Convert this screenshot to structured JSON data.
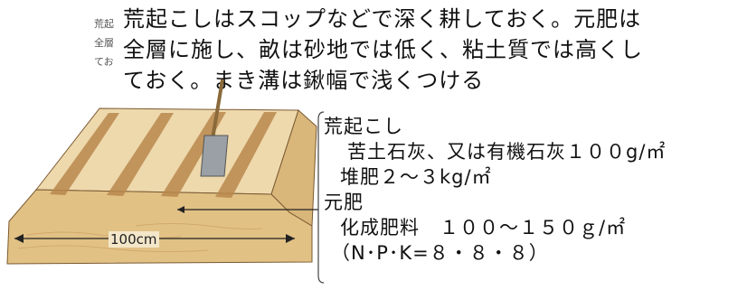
{
  "description": {
    "line1": "荒起こしはスコップなどで深く耕しておく。元肥は",
    "line2": "全層に施し、畝は砂地では低く、粘土質では高くし",
    "line3": "ておく。まき溝は鍬幅で浅くつける"
  },
  "ghost_text": {
    "line1": "荒起",
    "line2": "全層",
    "line3": "てお"
  },
  "spec": {
    "plow_heading": "荒起こし",
    "plow_item1": "苦土石灰、又は有機石灰１００g/㎡",
    "plow_item2": "堆肥２～３kg/㎡",
    "base_heading": "元肥",
    "base_item1": "化成肥料　１００～１５０ｇ/㎡",
    "base_item2": "（N･P･K=８・８・８）"
  },
  "illustration": {
    "width_label": "100cm"
  },
  "colors": {
    "soil_light": "#eed9ad",
    "soil_mid": "#e2c185",
    "soil_dark": "#caa063",
    "furrow": "#b8874c",
    "outline": "#7a5a32"
  }
}
